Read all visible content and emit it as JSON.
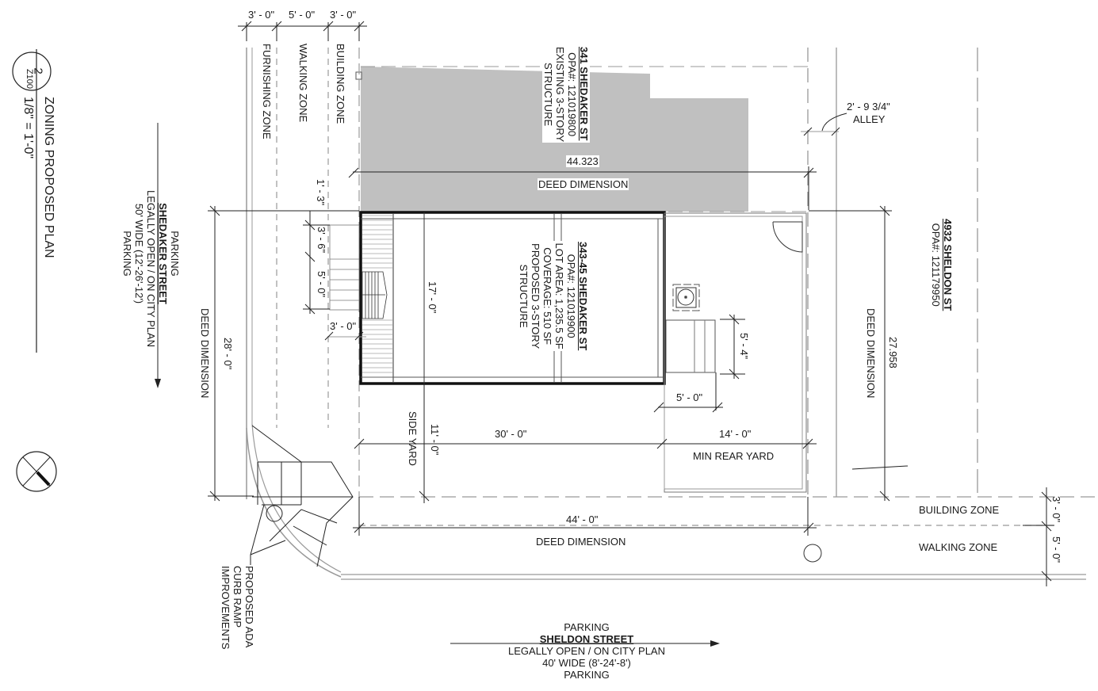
{
  "title_block": {
    "detail_number": "2",
    "sheet_number": "Z100",
    "title": "ZONING PROPOSED PLAN",
    "scale": "1/8\" = 1'-0\""
  },
  "streets": {
    "shedaker": {
      "line1": "PARKING",
      "name": "SHEDAKER STREET",
      "line3": "LEGALLY OPEN / ON CITY PLAN",
      "line4": "50' WIDE (12'-26'-12')",
      "line5": "PARKING"
    },
    "sheldon": {
      "line1": "PARKING",
      "name": "SHELDON STREET",
      "line3": "LEGALLY OPEN / ON CITY PLAN",
      "line4": "40' WIDE (8'-24'-8')",
      "line5": "PARKING"
    }
  },
  "sidewalk_zones": {
    "top_dims": [
      "3' - 0\"",
      "5' - 0\"",
      "3' - 0\""
    ],
    "furnishing": "FURNISHING ZONE",
    "walking": "WALKING ZONE",
    "building": "BUILDING ZONE",
    "right_dims": [
      "3' - 0\"",
      "5' - 0\""
    ],
    "bottom_building": "BUILDING ZONE",
    "bottom_walking": "WALKING ZONE"
  },
  "parcels": {
    "neighbor_north": {
      "address": "341 SHEDAKER ST",
      "opa": "OPA#: 121019800",
      "desc1": "EXISTING 3-STORY",
      "desc2": "STRUCTURE"
    },
    "subject": {
      "address": "343-45 SHEDAKER ST",
      "opa": "OPA#: 121019900",
      "lot_area": "LOT AREA: 1,235.5 SF",
      "coverage": "COVERAGE: 510 SF",
      "desc1": "PROPOSED 3-STORY",
      "desc2": "STRUCTURE"
    },
    "neighbor_east": {
      "address": "4932 SHELDON ST",
      "opa": "OPA#: 121179950"
    }
  },
  "dimensions": {
    "top_deed_value": "44.323",
    "top_deed_label": "DEED DIMENSION",
    "left_deed_value": "28' - 0\"",
    "left_deed_label": "DEED DIMENSION",
    "right_deed_value": "27.958",
    "right_deed_label": "DEED DIMENSION",
    "bottom_deed_value": "44' - 0\"",
    "bottom_deed_label": "DEED DIMENSION",
    "alley_value": "2' - 9 3/4\"",
    "alley_label": "ALLEY",
    "setback_1_3": "1' - 3\"",
    "stair_3_6": "3' - 6\"",
    "stair_5_0": "5' - 0\"",
    "stair_3_0": "3' - 0\"",
    "building_depth": "17' - 0\"",
    "side_yard_value": "11' - 0\"",
    "side_yard_label": "SIDE YARD",
    "building_length": "30' - 0\"",
    "rear_yard_value": "14' - 0\"",
    "rear_yard_label": "MIN REAR YARD",
    "rear_stair_width": "5' - 4\"",
    "rear_stair_depth": "5' - 0\""
  },
  "annotations": {
    "ada_line1": "PROPOSED ADA",
    "ada_line2": "CURB RAMP",
    "ada_line3": "IMPROVEMENTS"
  },
  "symbols": {
    "north_arrow": "north-arrow-icon",
    "section_bubble": "detail-bubble-icon"
  },
  "colors": {
    "existing_structure_fill": "#c0c0c0",
    "linework": "#1a1a1a",
    "secondary_lines": "#8a8a8a"
  }
}
